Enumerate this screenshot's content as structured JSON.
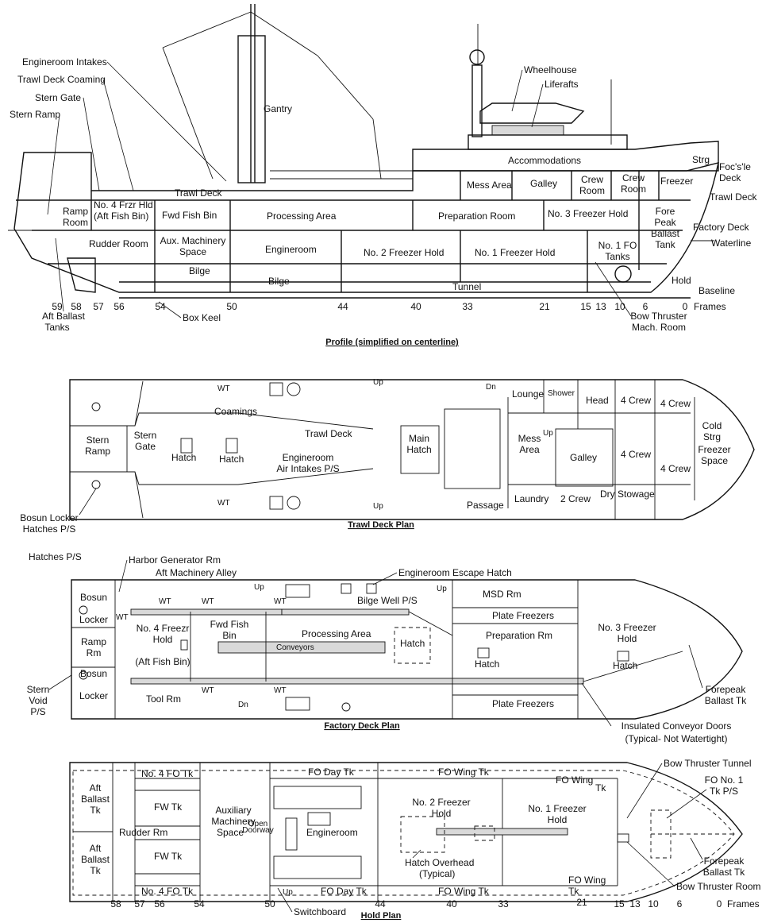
{
  "profile": {
    "title": "Profile (simplified on centerline)",
    "labels": {
      "engineroom_intakes": "Engineroom Intakes",
      "trawl_deck_coaming": "Trawl Deck Coaming",
      "stern_gate": "Stern Gate",
      "stern_ramp": "Stern Ramp",
      "gantry": "Gantry",
      "wheelhouse": "Wheelhouse",
      "liferafts": "Liferafts",
      "accommodations": "Accommodations",
      "mess_area": "Mess Area",
      "galley": "Galley",
      "crew_room_1": "Crew",
      "crew_room_1b": "Room",
      "crew_room_2": "Crew",
      "crew_room_2b": "Room",
      "freezer": "Freezer",
      "strg": "Strg",
      "focsle_deck_1": "Foc's'le",
      "focsle_deck_2": "Deck",
      "trawl_deck_right": "Trawl Deck",
      "factory_deck": "Factory Deck",
      "waterline": "Waterline",
      "hold": "Hold",
      "baseline": "Baseline",
      "trawl_deck": "Trawl Deck",
      "ramp_room_1": "Ramp",
      "ramp_room_2": "Room",
      "no4_frzr_1": "No. 4 Frzr Hld",
      "no4_frzr_2": "(Aft Fish Bin)",
      "fwd_fish_bin": "Fwd Fish Bin",
      "processing_area": "Processing Area",
      "preparation_room": "Preparation Room",
      "no3_freezer_hold": "No. 3 Freezer Hold",
      "fore_peak_1": "Fore",
      "fore_peak_2": "Peak",
      "fore_peak_3": "Ballast",
      "fore_peak_4": "Tank",
      "rudder_room": "Rudder Room",
      "aux_mach_1": "Aux. Machinery",
      "aux_mach_2": "Space",
      "engineroom": "Engineroom",
      "no2_freezer_hold": "No. 2 Freezer Hold",
      "no1_freezer_hold": "No. 1 Freezer Hold",
      "no1_fo_1": "No. 1 FO",
      "no1_fo_2": "Tanks",
      "bilge_1": "Bilge",
      "bilge_2": "Bilge",
      "tunnel": "Tunnel",
      "aft_ballast_1": "Aft Ballast",
      "aft_ballast_2": "Tanks",
      "box_keel": "Box Keel",
      "bow_thruster_1": "Bow Thruster",
      "bow_thruster_2": "Mach. Room",
      "frames_word": "Frames"
    },
    "frames": [
      "59",
      "58",
      "57",
      "56",
      "54",
      "50",
      "44",
      "40",
      "33",
      "21",
      "15",
      "13",
      "10",
      "6",
      "0"
    ]
  },
  "trawl_plan": {
    "title": "Trawl Deck Plan",
    "labels": {
      "coamings": "Coamings",
      "trawl_deck": "Trawl Deck",
      "stern_ramp_1": "Stern",
      "stern_ramp_2": "Ramp",
      "stern_gate_1": "Stern",
      "stern_gate_2": "Gate",
      "hatch_1": "Hatch",
      "hatch_2": "Hatch",
      "main_hatch_1": "Main",
      "main_hatch_2": "Hatch",
      "er_intakes_1": "Engineroom",
      "er_intakes_2": "Air Intakes P/S",
      "lounge": "Lounge",
      "shower": "Shower",
      "head": "Head",
      "crew4_a": "4 Crew",
      "crew4_b": "4 Crew",
      "crew4_c": "4 Crew",
      "crew4_d": "4 Crew",
      "cold_1": "Cold",
      "cold_2": "Strg",
      "mess_1": "Mess",
      "mess_2": "Area",
      "galley": "Galley",
      "freezer_1": "Freezer",
      "freezer_2": "Space",
      "passage": "Passage",
      "laundry": "Laundry",
      "crew2": "2 Crew",
      "dry_stowage": "Dry Stowage",
      "bosun_1": "Bosun Locker",
      "bosun_2": "Hatches P/S",
      "up": "Up",
      "dn": "Dn",
      "wt": "WT"
    }
  },
  "factory_plan": {
    "title": "Factory Deck Plan",
    "labels": {
      "hatches_ps": "Hatches P/S",
      "harbor_gen": "Harbor Generator Rm",
      "aft_mach_alley": "Aft Machinery Alley",
      "er_escape": "Engineroom Escape Hatch",
      "bilge_well": "Bilge Well P/S",
      "msd_rm": "MSD Rm",
      "plate_freezers_1": "Plate Freezers",
      "plate_freezers_2": "Plate Freezers",
      "prep_rm": "Preparation Rm",
      "no3_1": "No. 3 Freezer",
      "no3_2": "Hold",
      "hatch_a": "Hatch",
      "hatch_b": "Hatch",
      "hatch_c": "Hatch",
      "processing_area": "Processing Area",
      "conveyors": "Conveyors",
      "fwd_fish_1": "Fwd Fish",
      "fwd_fish_2": "Bin",
      "no4_1": "No. 4 Freezr",
      "no4_2": "Hold",
      "no4_3": "(Aft Fish Bin)",
      "bosun_a1": "Bosun",
      "bosun_a2": "Locker",
      "ramp_1": "Ramp",
      "ramp_2": "Rm",
      "bosun_b1": "Bosun",
      "bosun_b2": "Locker",
      "stern_void_1": "Stern",
      "stern_void_2": "Void",
      "stern_void_3": "P/S",
      "tool_rm": "Tool Rm",
      "forepeak_1": "Forepeak",
      "forepeak_2": "Ballast Tk",
      "ins_conv_1": "Insulated Conveyor Doors",
      "ins_conv_2": "(Typical- Not Watertight)",
      "up": "Up",
      "dn": "Dn",
      "wt": "WT"
    }
  },
  "hold_plan": {
    "title": "Hold Plan",
    "labels": {
      "aft_ballast_a1": "Aft",
      "aft_ballast_a2": "Ballast",
      "aft_ballast_a3": "Tk",
      "aft_ballast_b1": "Aft",
      "aft_ballast_b2": "Ballast",
      "aft_ballast_b3": "Tk",
      "no4_fo_a": "No. 4 FO Tk",
      "no4_fo_b": "No. 4 FO Tk",
      "fw_a": "FW Tk",
      "fw_b": "FW Tk",
      "rudder_rm": "Rudder Rm",
      "aux_1": "Auxiliary",
      "aux_2": "Machinery",
      "aux_3": "Space",
      "open_doorway_1": "Open",
      "open_doorway_2": "Doorway",
      "fo_day_a": "FO Day Tk",
      "fo_day_b": "FO Day Tk",
      "engineroom": "Engineroom",
      "fo_wing_a": "FO Wing Tk",
      "fo_wing_b": "FO Wing Tk",
      "fo_wing_c1": "FO Wing",
      "fo_wing_c2": "Tk",
      "fo_wing_d1": "FO Wing",
      "fo_wing_d2": "Tk",
      "no2_1": "No. 2 Freezer",
      "no2_2": "Hold",
      "no1_1": "No. 1 Freezer",
      "no1_2": "Hold",
      "hatch_oh_1": "Hatch Overhead",
      "hatch_oh_2": "(Typical)",
      "bow_tunnel": "Bow Thruster Tunnel",
      "fo_no1_1": "FO No. 1",
      "fo_no1_2": "Tk P/S",
      "forepeak_1": "Forepeak",
      "forepeak_2": "Ballast Tk",
      "bow_room": "Bow Thruster Room",
      "switchboard": "Switchboard",
      "up": "Up"
    },
    "frames": [
      "58",
      "57",
      "56",
      "54",
      "50",
      "44",
      "40",
      "33",
      "21",
      "15",
      "13",
      "10",
      "6",
      "0"
    ],
    "frames_word": "Frames"
  }
}
